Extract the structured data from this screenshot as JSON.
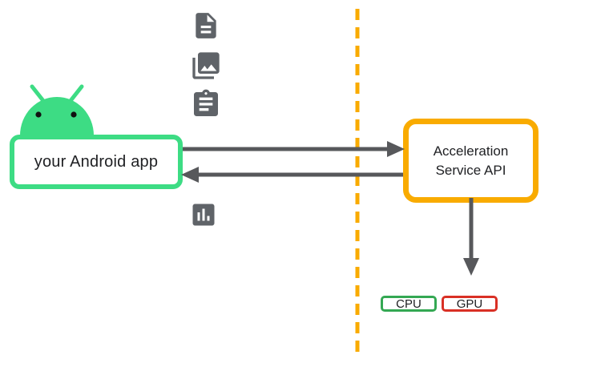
{
  "nodes": {
    "android_app": {
      "label": "your Android app"
    },
    "acceleration_service": {
      "label": "Acceleration Service API"
    }
  },
  "hardware_chips": [
    {
      "label": "CPU",
      "border_color": "#34A853"
    },
    {
      "label": "GPU",
      "border_color": "#D93025"
    }
  ],
  "icons": [
    {
      "name": "document-icon"
    },
    {
      "name": "photo-library-icon"
    },
    {
      "name": "clipboard-icon"
    },
    {
      "name": "bar-chart-icon"
    },
    {
      "name": "android-robot-icon"
    }
  ],
  "arrows": [
    {
      "name": "app-to-service-arrow",
      "direction": "right"
    },
    {
      "name": "service-to-app-arrow",
      "direction": "left"
    },
    {
      "name": "service-to-hardware-arrow",
      "direction": "down"
    }
  ],
  "colors": {
    "android_green": "#3DDC84",
    "service_orange": "#F9AB00",
    "cpu_green": "#34A853",
    "gpu_red": "#D93025",
    "arrow_gray": "#57585B",
    "icon_gray": "#5F6368",
    "text": "#202124",
    "background": "#FFFFFF"
  }
}
